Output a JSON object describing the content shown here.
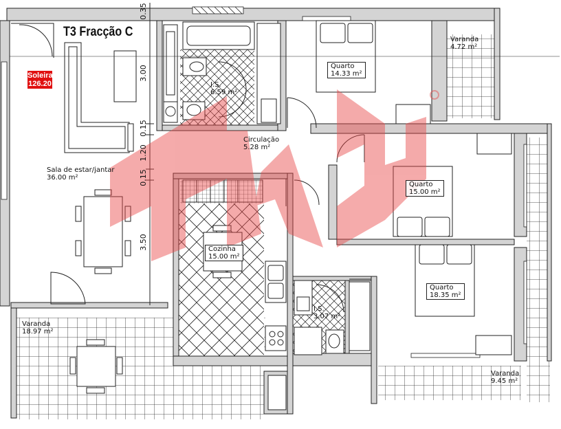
{
  "plan": {
    "title": "T3 Fracção C",
    "badge": {
      "line1": "Soleira",
      "line2": "126.20"
    },
    "rooms": [
      {
        "id": "sala",
        "name": "Sala de estar/jantar",
        "area": "36.00 m²"
      },
      {
        "id": "varanda-sala",
        "name": "Varanda",
        "area": "18.97 m²"
      },
      {
        "id": "cozinha",
        "name": "Cozinha",
        "area": "15.00 m²"
      },
      {
        "id": "is1",
        "name": "I.S.",
        "area": "6.59 m²"
      },
      {
        "id": "circulacao",
        "name": "Circulação",
        "area": "5.28 m²"
      },
      {
        "id": "quarto1",
        "name": "Quarto",
        "area": "14.33 m²"
      },
      {
        "id": "varanda-q1",
        "name": "Varanda",
        "area": "4.72 m²"
      },
      {
        "id": "quarto2",
        "name": "Quarto",
        "area": "15.00 m²"
      },
      {
        "id": "quarto3",
        "name": "Quarto",
        "area": "18.35 m²"
      },
      {
        "id": "is2",
        "name": "I.S.",
        "area": "3.07 m²"
      },
      {
        "id": "varanda-q3",
        "name": "Varanda",
        "area": "9.45 m²"
      }
    ],
    "dimensions": [
      "0.35",
      "3.00",
      "0.15",
      "1.20",
      "0.15",
      "3.50"
    ],
    "colors": {
      "wall": "#d4d4d4",
      "line": "#222222",
      "watermark": "#e84545",
      "badge": "#e01010"
    }
  }
}
